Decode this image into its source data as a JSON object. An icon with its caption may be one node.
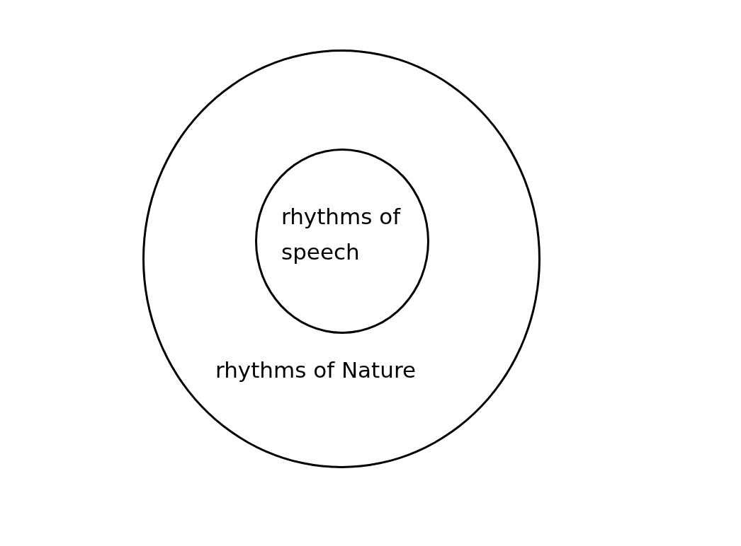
{
  "diagram": {
    "nodes": [
      {
        "text": [
          "rhythms of Nature"
        ]
      },
      {
        "text": [
          "rhythms of speech"
        ],
        "in": 0
      }
    ]
  }
}
